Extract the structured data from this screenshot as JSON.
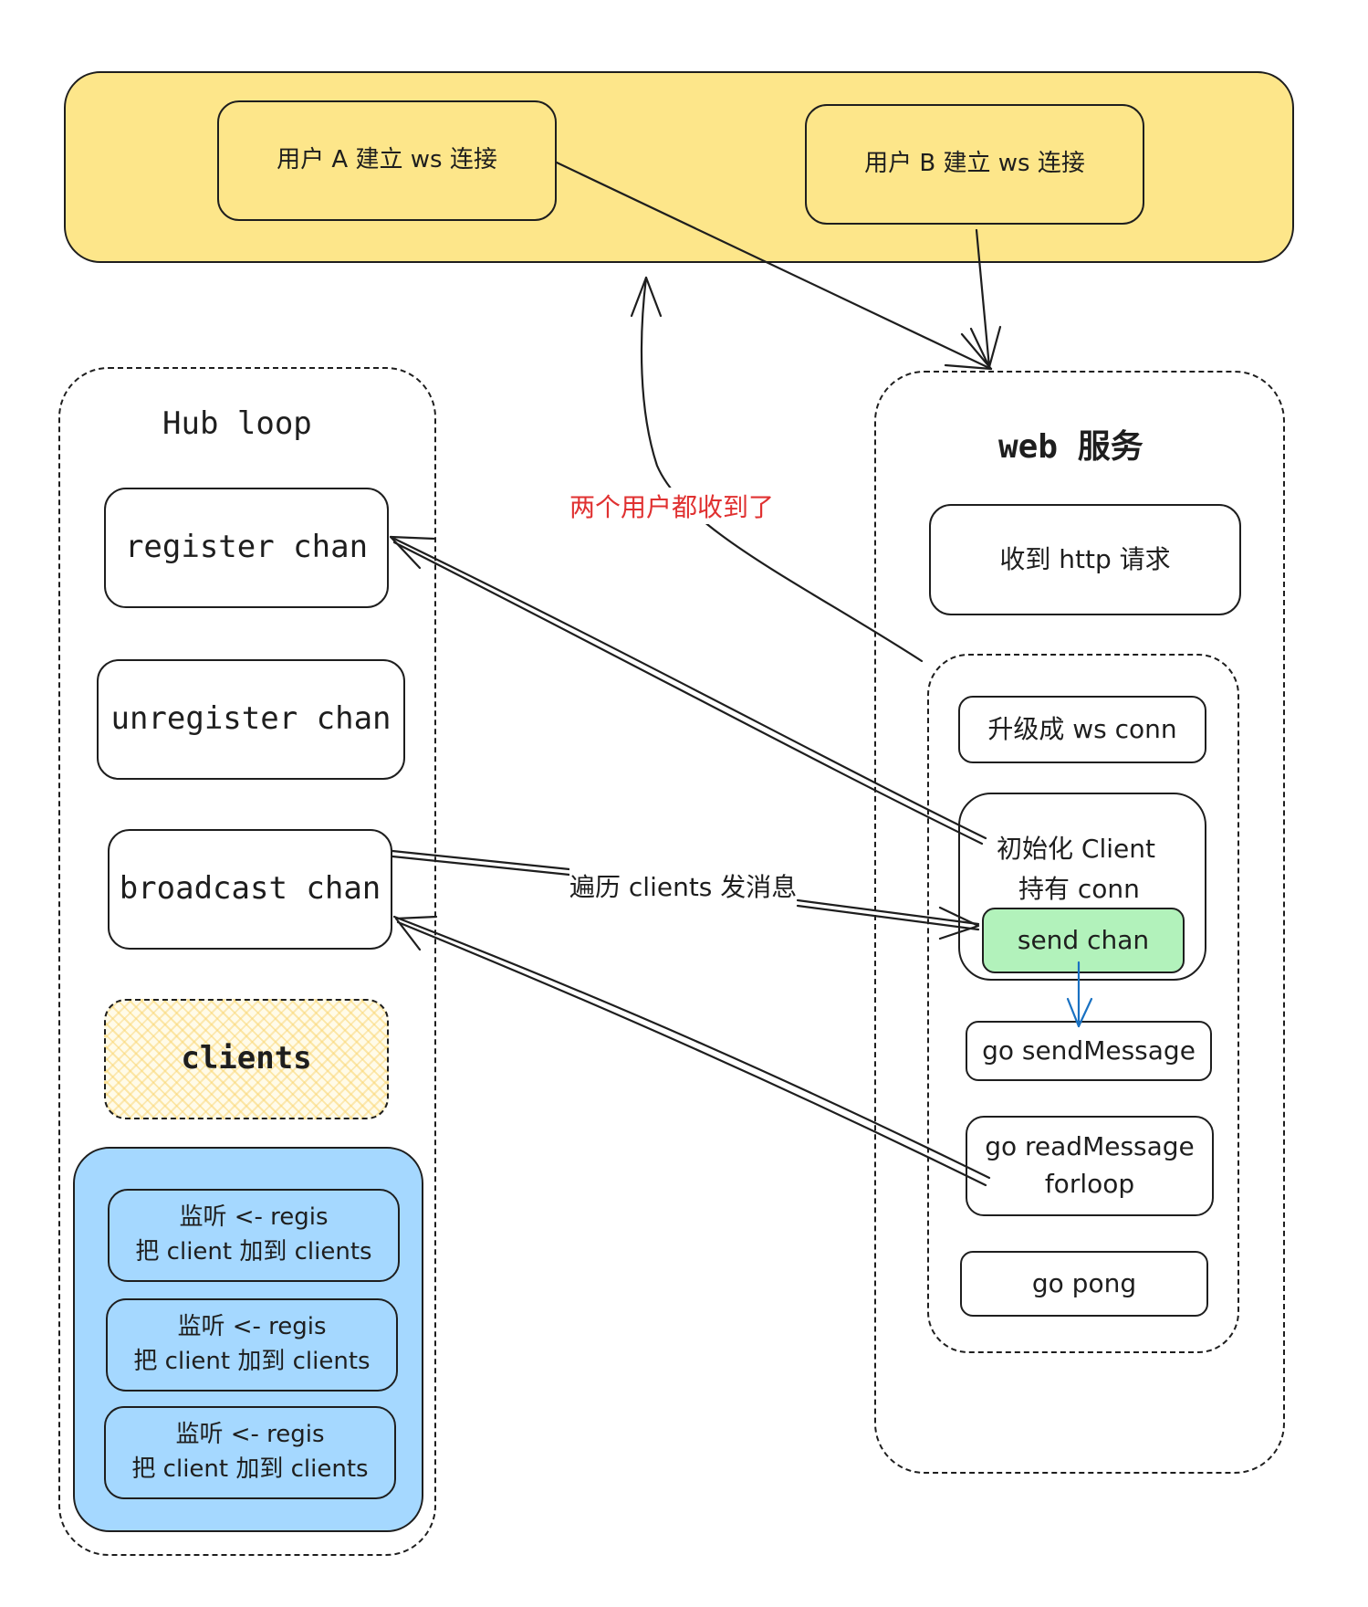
{
  "users": {
    "user_a": "用户 A 建立 ws 连接",
    "user_b": "用户 B 建立 ws 连接"
  },
  "both_received": "两个用户都收到了",
  "hub": {
    "title": "Hub loop",
    "register": "register chan",
    "unregister": "unregister chan",
    "broadcast": "broadcast chan",
    "clients": "clients",
    "listeners": [
      {
        "line1": "监听 <- regis",
        "line2": "把 client 加到 clients"
      },
      {
        "line1": "监听 <- regis",
        "line2": "把 client 加到 clients"
      },
      {
        "line1": "监听 <- regis",
        "line2": "把 client 加到 clients"
      }
    ]
  },
  "web": {
    "title": "web  服务",
    "http_request": "收到 http 请求",
    "upgrade": "升级成 ws conn",
    "init_client": {
      "line1": "初始化 Client",
      "line2": "持有 conn"
    },
    "send_chan": "send chan",
    "send_message": "go sendMessage",
    "read_message": {
      "line1": "go readMessage",
      "line2": "forloop"
    },
    "pong": "go pong"
  },
  "broadcast_label": "遍历 clients 发消息",
  "colors": {
    "stroke": "#1e1e1e",
    "top_band": "#fde68a",
    "clients_hatch": "#fde68a",
    "listeners_bg": "#a5d8ff",
    "send_chan_bg": "#b2f2bb",
    "annotation_red": "#e03131",
    "arrow_blue": "#1971c2"
  }
}
